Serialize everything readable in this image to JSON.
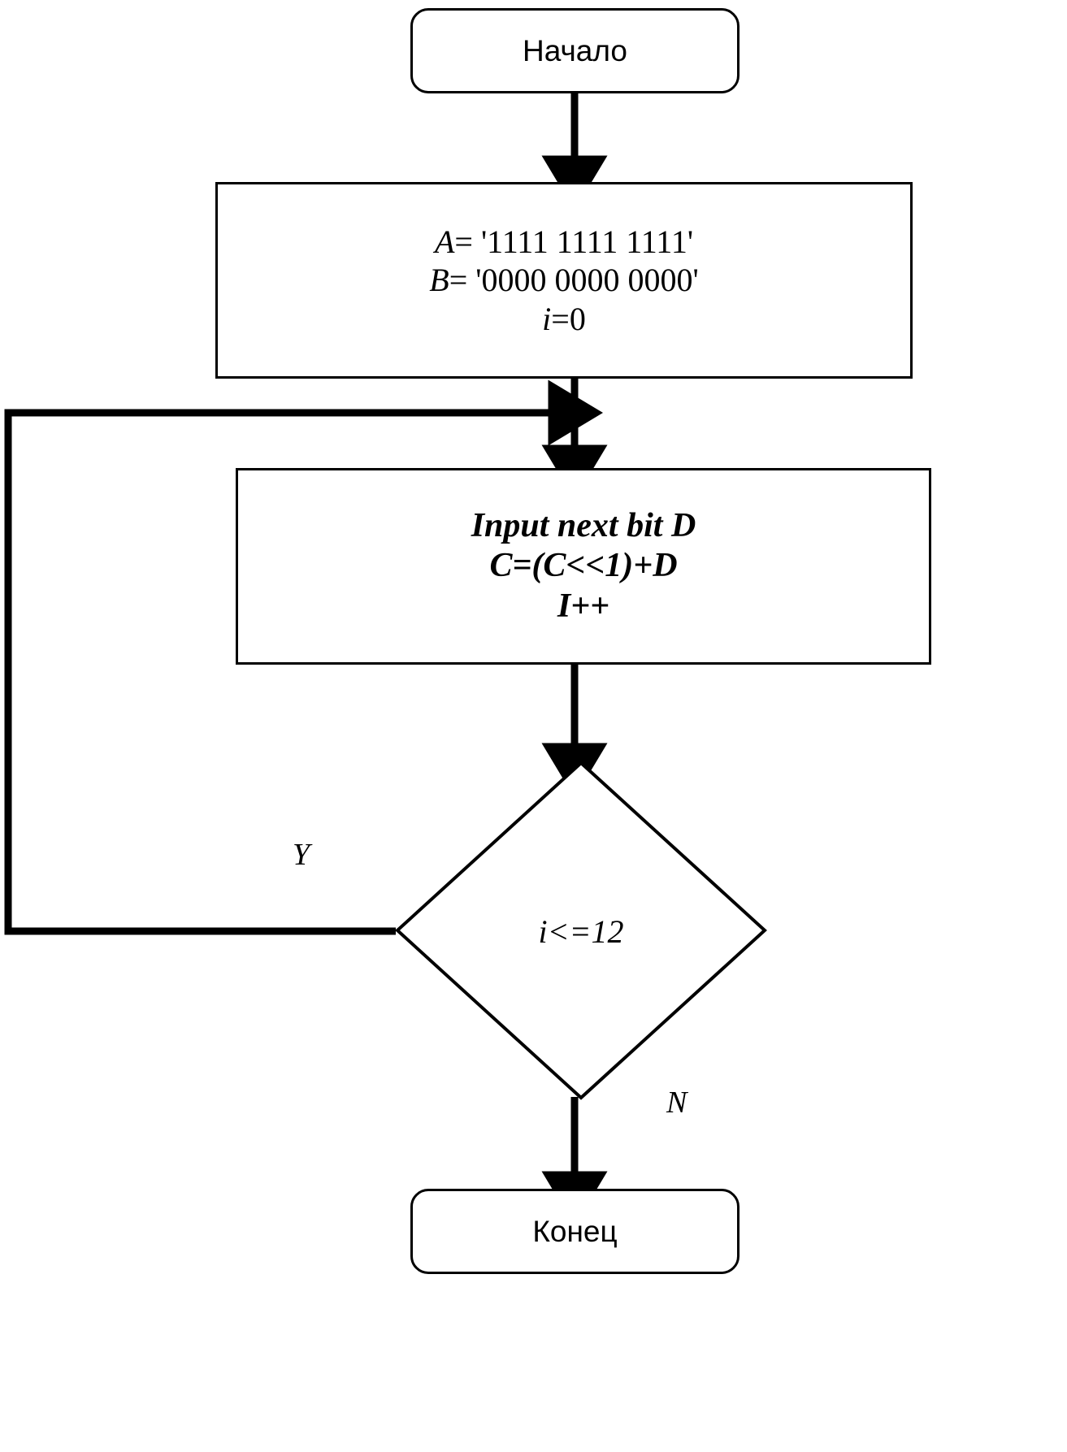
{
  "diagram": {
    "title": "Flowchart: bit input loop",
    "language": "ru",
    "colors": {
      "stroke": "#000000",
      "fill": "#ffffff",
      "text": "#000000"
    },
    "nodes": {
      "start": {
        "label": "Начало",
        "shape": "terminator"
      },
      "init": {
        "shape": "process",
        "lines": [
          {
            "var": "A",
            "rest": "= '1111 1111 1111'"
          },
          {
            "var": "B",
            "rest": "= '0000 0000 0000'"
          },
          {
            "var": "i",
            "rest": "=0"
          }
        ]
      },
      "loop_body": {
        "shape": "process",
        "lines": [
          "Input next bit D",
          "C=(C<<1)+D",
          "I++"
        ]
      },
      "decision": {
        "shape": "diamond",
        "label": "i<=12"
      },
      "end": {
        "label": "Конец",
        "shape": "terminator"
      }
    },
    "edges": [
      {
        "from": "start",
        "to": "init",
        "label": ""
      },
      {
        "from": "init",
        "to": "loop_body",
        "label": ""
      },
      {
        "from": "loop_body",
        "to": "decision",
        "label": ""
      },
      {
        "from": "decision",
        "to": "loop_body",
        "label": "Y"
      },
      {
        "from": "decision",
        "to": "end",
        "label": "N"
      }
    ],
    "branch_labels": {
      "yes": "Y",
      "no": "N"
    }
  }
}
